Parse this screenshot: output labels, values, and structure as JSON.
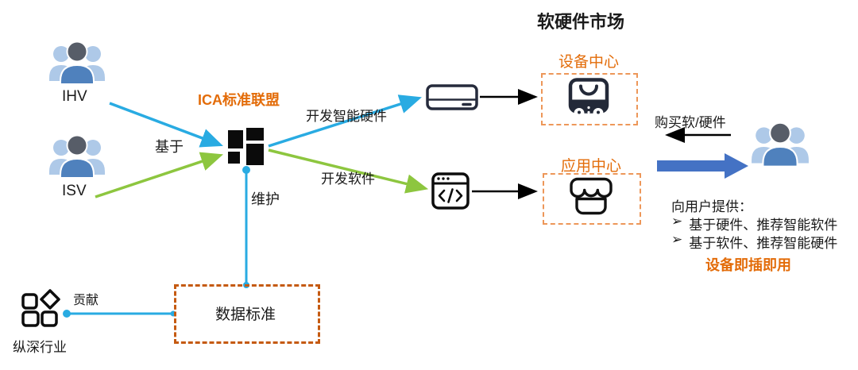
{
  "title": "软硬件市场",
  "alliance": {
    "label": "ICA标准联盟"
  },
  "actors": {
    "ihv": "IHV",
    "isv": "ISV",
    "vertical_industry": "纵深行业"
  },
  "edges": {
    "based_on": "基于",
    "maintain": "维护",
    "contribute": "贡献",
    "dev_hardware": "开发智能硬件",
    "dev_software": "开发软件",
    "buy": "购买软/硬件"
  },
  "centers": {
    "device": "设备中心",
    "app": "应用中心",
    "data_standard": "数据标准"
  },
  "user_info": {
    "heading": "向用户提供：",
    "bullet_marker": "➢",
    "bullets": [
      "基于硬件、推荐智能软件",
      "基于软件、推荐智能硬件"
    ],
    "plug_play": "设备即插即用"
  },
  "colors": {
    "cyan_arrow": "#29ABE2",
    "green_arrow": "#8DC63F",
    "orange_accent": "#E36C09",
    "orange_dashed_light": "#ED9759",
    "orange_dashed_dark": "#C55A11",
    "big_blue_arrow": "#4472C4",
    "dark_icon": "#232938"
  }
}
